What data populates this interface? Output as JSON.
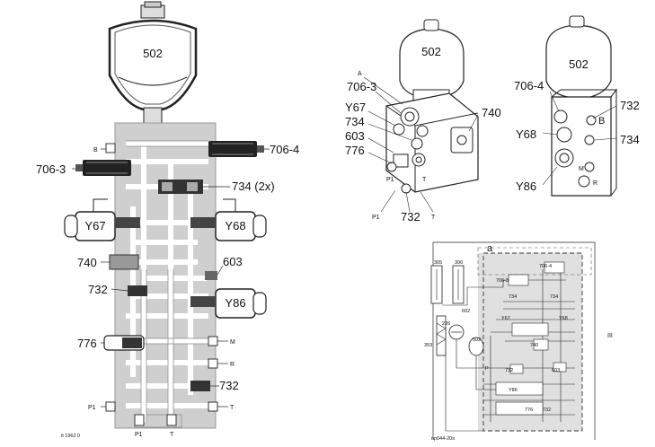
{
  "left_section": {
    "accumulator_label": "502",
    "labels": {
      "b": "B",
      "v706_4": "706-4",
      "v706_3": "706-3",
      "v734": "734 (2x)",
      "y67": "Y67",
      "y68": "Y68",
      "v740": "740",
      "v603": "603",
      "v732_upper": "732",
      "y86": "Y86",
      "v776": "776",
      "m": "M",
      "r": "R",
      "v732_lower": "732",
      "t_right": "T",
      "p1_left": "P1",
      "p1_bottom": "P1",
      "t_bottom": "T"
    },
    "figure_code": "it 1962 0"
  },
  "iso_left": {
    "acc": "502",
    "a": "A",
    "v706_3": "706-3",
    "y67": "Y67",
    "v734": "734",
    "v603": "603",
    "v776": "776",
    "v740": "740",
    "p1_face": "P1",
    "t_face": "T",
    "p1_below": "P1",
    "v732": "732",
    "t_below": "T"
  },
  "iso_right": {
    "acc": "502",
    "v706_4": "706-4",
    "v732": "732",
    "b": "B",
    "y68": "Y68",
    "v734": "734",
    "m": "M",
    "y86": "Y86",
    "r": "R"
  },
  "schematic": {
    "a": "a",
    "v305": "305",
    "v306": "306",
    "v602": "602",
    "v706_3": "706-3",
    "v706_4": "706-4",
    "v734_l": "734",
    "v734_r": "734",
    "y67": "Y67",
    "y68": "Y68",
    "v226": "226",
    "v353": "353",
    "v502": "502",
    "v740": "740",
    "v732": "732",
    "v603": "603",
    "y86": "Y86",
    "v776": "776",
    "v732_b": "732",
    "p": "P",
    "roman": "III",
    "code": "np044-20s"
  }
}
